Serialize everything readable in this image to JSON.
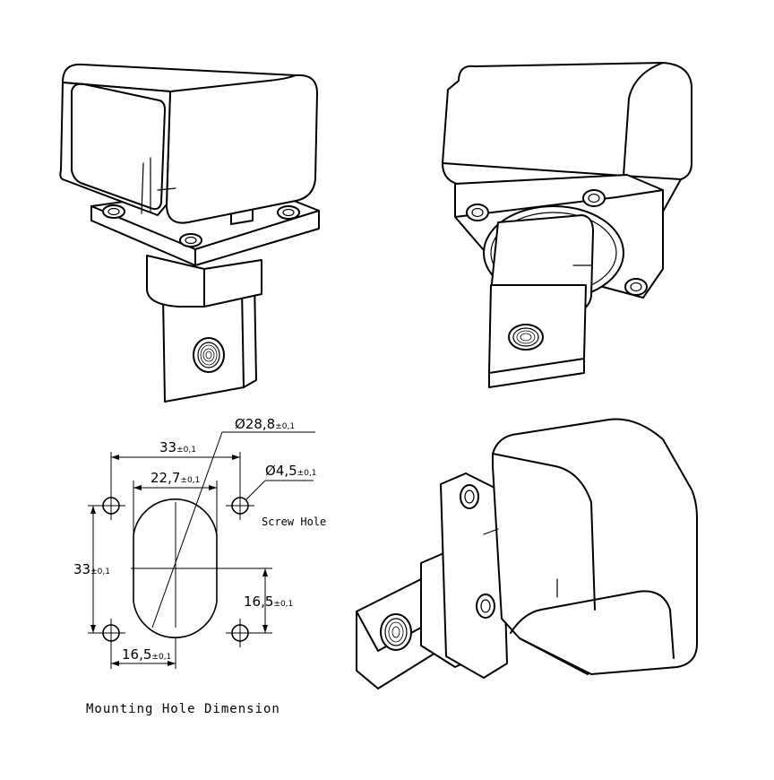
{
  "drawing": {
    "dimensions": {
      "dia_circle": {
        "symbol": "Ø",
        "value": "28,8",
        "tol": "±0,1"
      },
      "width_33": {
        "value": "33",
        "tol": "±0,1"
      },
      "width_22_7": {
        "value": "22,7",
        "tol": "±0,1"
      },
      "dia_hole": {
        "symbol": "Ø",
        "value": "4,5",
        "tol": "±0,1"
      },
      "height_33": {
        "value": "33",
        "tol": "±0,1"
      },
      "half_height": {
        "value": "16,5",
        "tol": "±0,1"
      },
      "half_width": {
        "value": "16,5",
        "tol": "±0,1"
      }
    },
    "screw_hole_label": "Screw Hole",
    "caption": "Mounting Hole Dimension"
  }
}
